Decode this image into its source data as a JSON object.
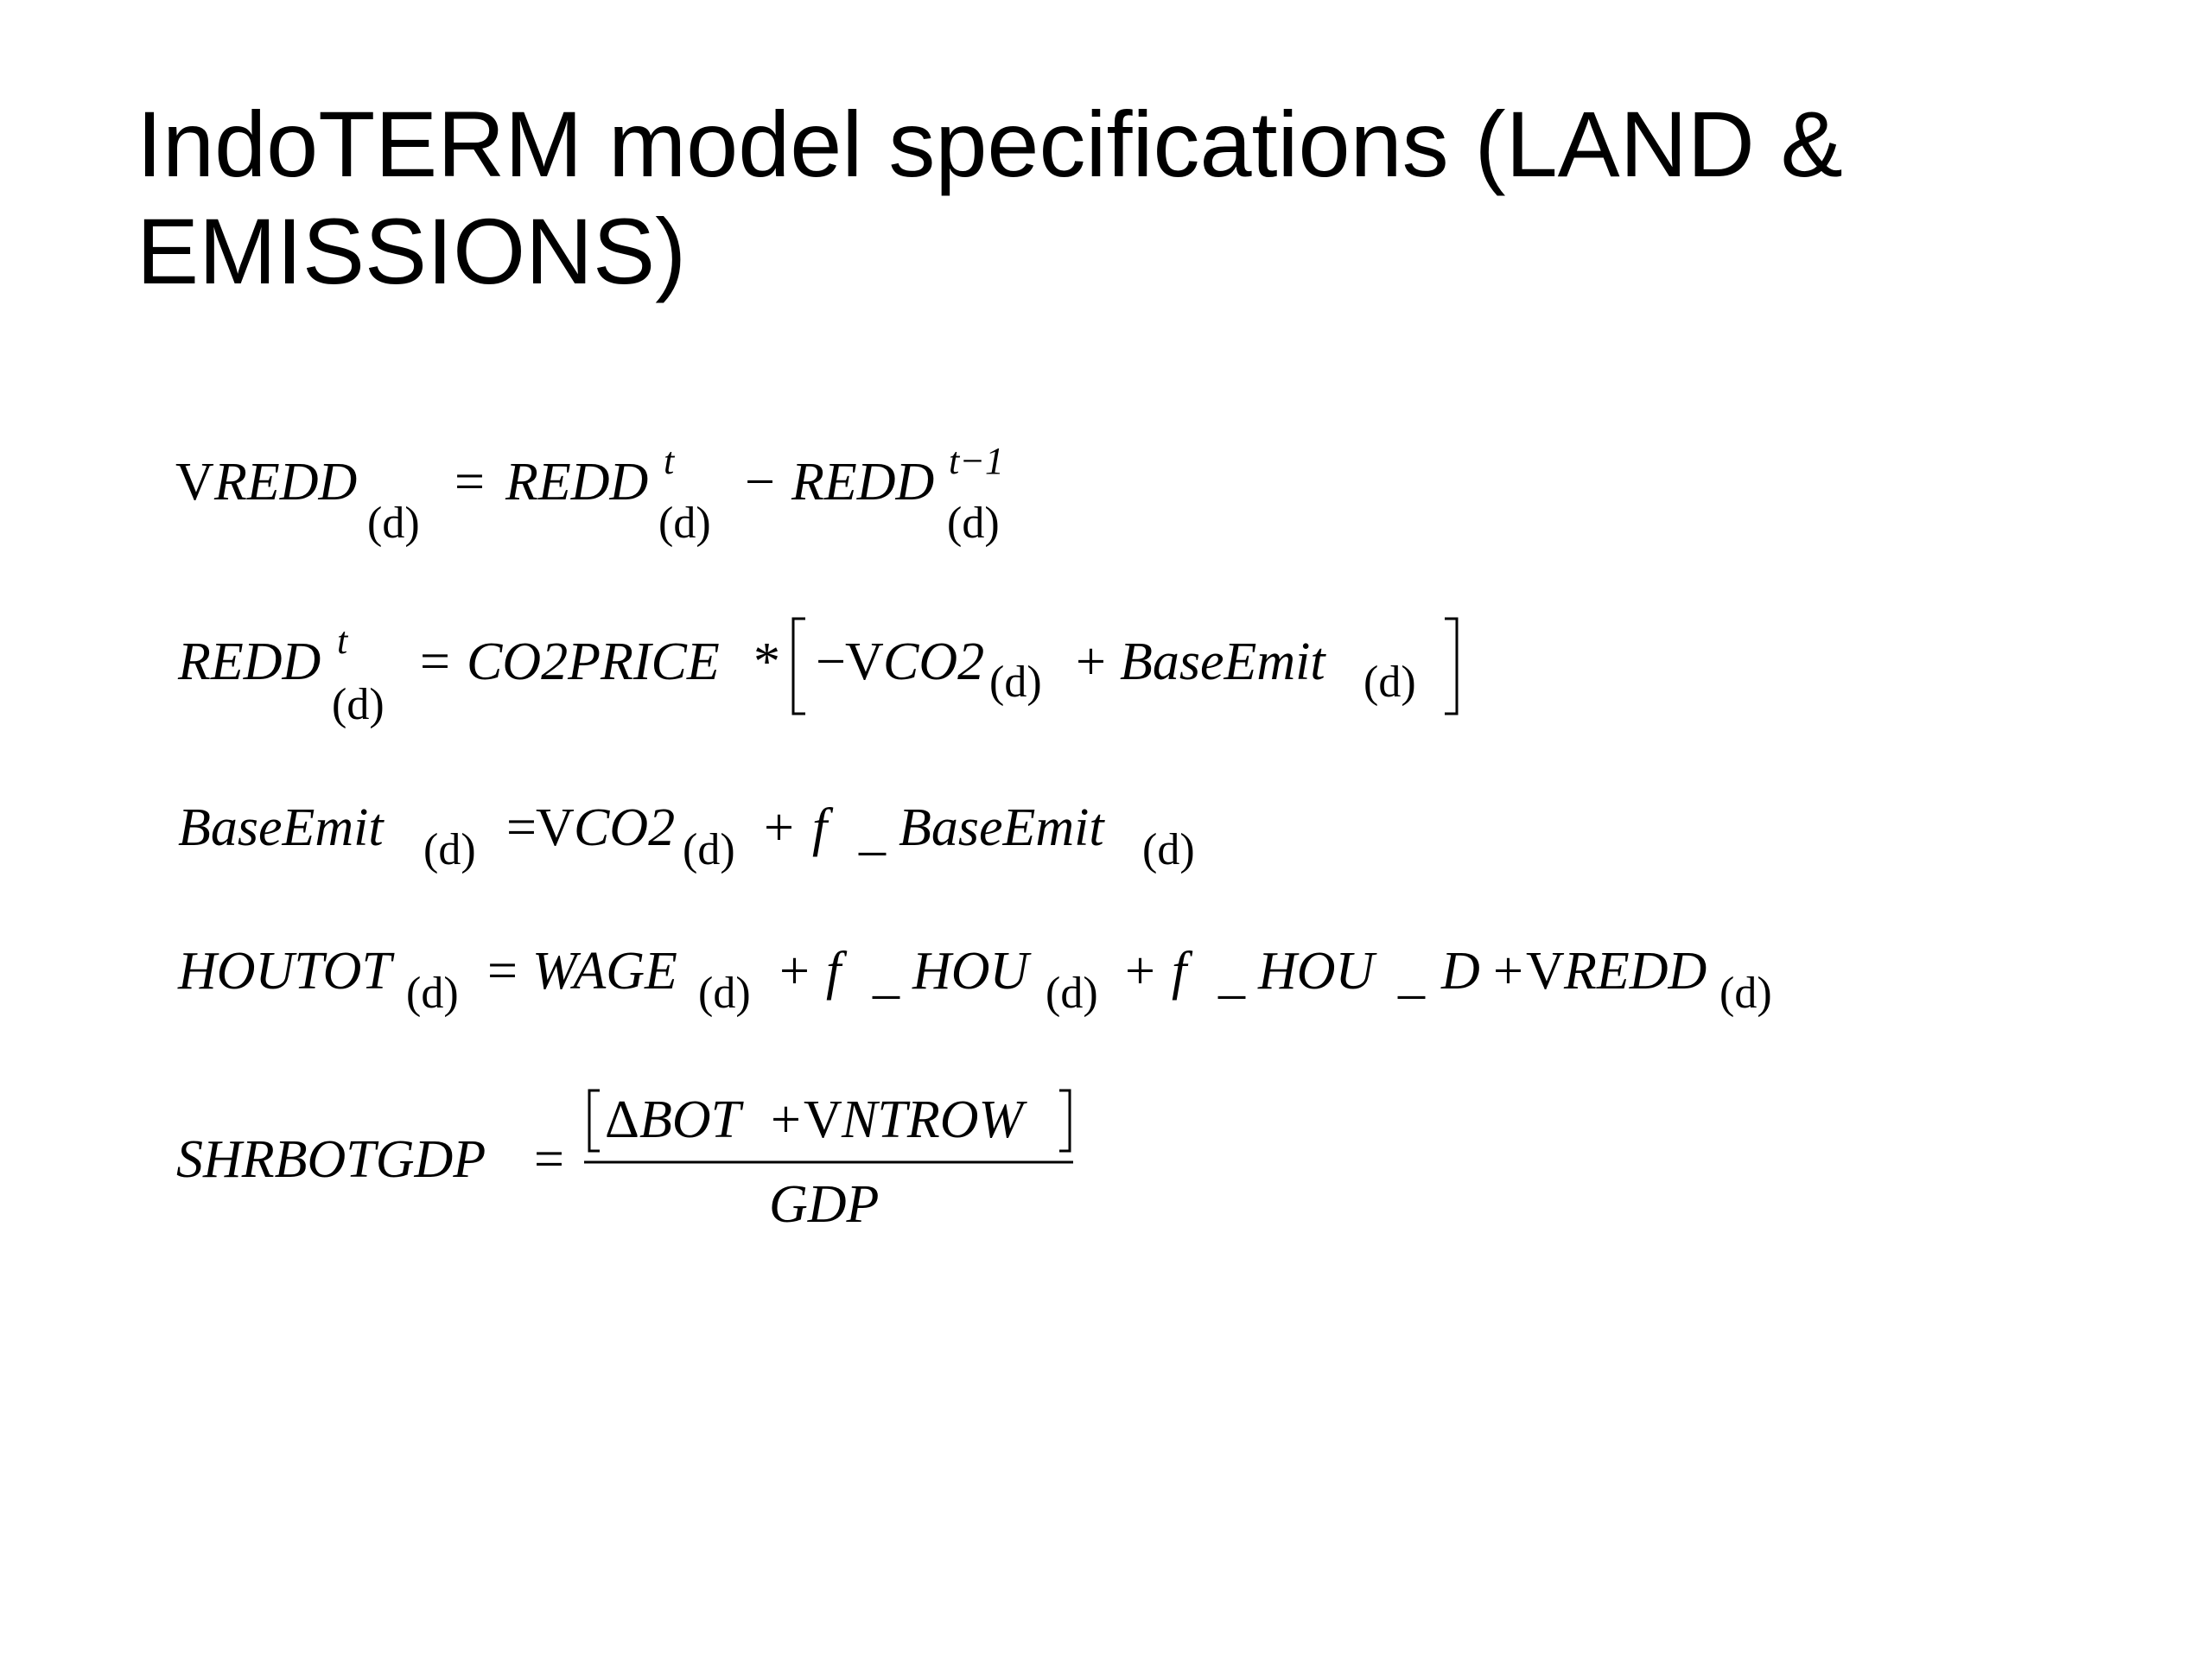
{
  "slide": {
    "title_line1": "IndoTERM model specifications (LAND &",
    "title_line2": "EMISSIONS)"
  },
  "equations": {
    "eq1": {
      "lhs_v": "V",
      "lhs_name": "REDD",
      "sub": "(d)",
      "equals": "=",
      "t1_name": "REDD",
      "t1_sup": "t",
      "minus": "−",
      "t2_name": "REDD",
      "t2_sup": "t−1"
    },
    "eq2": {
      "lhs_name": "REDD",
      "lhs_sup": "t",
      "sub": "(d)",
      "equals": "=",
      "price": "CO2PRICE",
      "star": "*",
      "neg": "−",
      "v": "V",
      "co2": "CO2",
      "plus": "+",
      "base": "BaseEmit"
    },
    "eq3": {
      "lhs_name": "BaseEmit",
      "sub": "(d)",
      "equals": "=",
      "v": "V",
      "co2": "CO2",
      "plus": "+",
      "f": "f",
      "underscore": "_",
      "base": "BaseEmit"
    },
    "eq4": {
      "lhs_name": "HOUTOT",
      "sub": "(d)",
      "equals": "=",
      "wage": "WAGE",
      "plus": "+",
      "f": "f",
      "underscore": "_",
      "hou": "HOU",
      "d": "D",
      "v": "V",
      "redd": "REDD"
    },
    "eq5": {
      "lhs_name": "SHRBOTGDP",
      "equals": "=",
      "delta": "Δ",
      "bot": "BOT",
      "plus": "+",
      "v": "V",
      "ntrow": "NTROW",
      "denominator": "GDP"
    }
  }
}
